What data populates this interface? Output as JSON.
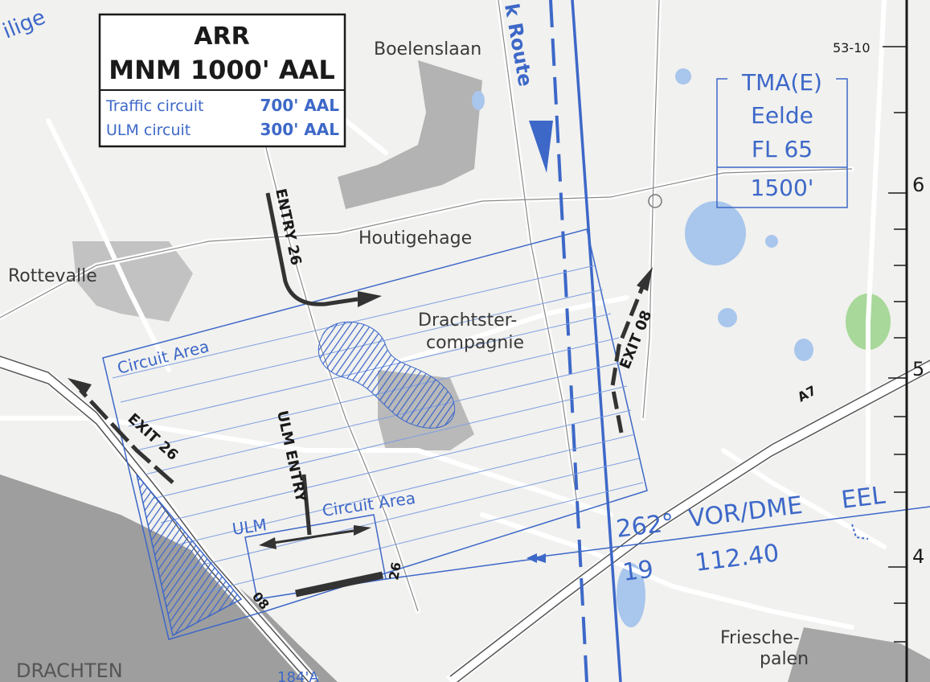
{
  "arrival_box": {
    "title": "ARR",
    "minimum": "MNM 1000' AAL",
    "traffic_label": "Traffic circuit",
    "traffic_value": "700' AAL",
    "ulm_label": "ULM circuit",
    "ulm_value": "300' AAL"
  },
  "tma_box": {
    "line1": "TMA(E)",
    "line2": "Eelde",
    "line3": "FL 65",
    "line4": "1500'"
  },
  "places": {
    "boelenslaan": "Boelenslaan",
    "houtigehage": "Houtigehage",
    "rottevalle": "Rottevalle",
    "drachtster1": "Drachtster-",
    "drachtster2": "compagnie",
    "friesche1": "Friesche-",
    "friesche2": "palen",
    "drachten": "DRACHTEN"
  },
  "labels": {
    "route": "k Route",
    "circuit_area": "Circuit Area",
    "ulm_circuit_area_1": "ULM",
    "ulm_circuit_area_2": "Circuit Area",
    "entry_26": "ENTRY 26",
    "ulm_entry": "ULM ENTRY",
    "exit_08": "EXIT 08",
    "exit_26": "EXIT 26",
    "rwy_26": "26",
    "rwy_08": "08",
    "road_a7": "A7",
    "top_left_fragment": "ilige",
    "bottom_fragment": "184'A"
  },
  "vor": {
    "radial": "262°",
    "name": "VOR/DME",
    "ident": "EEL",
    "channel": "19",
    "frequency": "112.40"
  },
  "grid": {
    "lat_53_10": "53-10",
    "tick_6": "6",
    "tick_5": "5",
    "tick_4": "4"
  },
  "colors": {
    "aero_blue": "#3d68c8",
    "map_background": "#f1f1ef",
    "town_grey": "#9a9a9a",
    "water_blue": "#a9c6ec",
    "forest_green": "#a8d89a"
  }
}
